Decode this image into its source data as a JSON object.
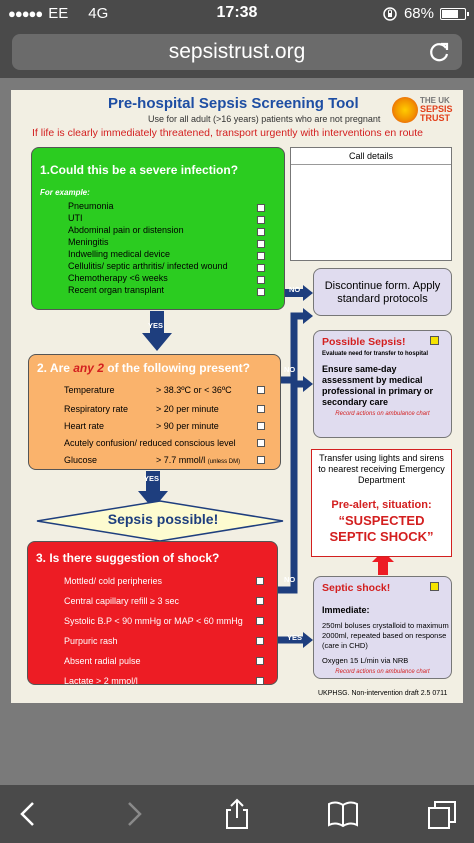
{
  "status_bar": {
    "signal_dots": "●●●●●",
    "carrier": "EE",
    "network": "4G",
    "time": "17:38",
    "battery": "68%"
  },
  "browser": {
    "url": "sepsistrust.org"
  },
  "document": {
    "title": "Pre-hospital Sepsis Screening Tool",
    "subtitle": "Use for all adult (>16 years) patients who are not pregnant",
    "warning": "If life is clearly immediately threatened, transport urgently with interventions en route",
    "logo_lines": [
      "THE UK",
      "SEPSIS",
      "TRUST"
    ],
    "call_details_label": "Call details",
    "q1": {
      "title": "1.Could this be a severe infection?",
      "example_label": "For example:",
      "items": [
        "Pneumonia",
        "UTI",
        "Abdominal pain or distension",
        "Meningitis",
        "Indwelling medical device",
        "Cellulitis/ septic arthritis/ infected wound",
        "Chemotherapy <6 weeks",
        "Recent organ transplant"
      ]
    },
    "q2": {
      "title_prefix": "2. Are ",
      "title_emph": "any 2",
      "title_suffix": " of the following present?",
      "rows": [
        {
          "label": "Temperature",
          "value": "> 38.3ºC or < 36ºC",
          "note": ""
        },
        {
          "label": "Respiratory rate",
          "value": "> 20 per minute",
          "note": ""
        },
        {
          "label": "Heart rate",
          "value": "> 90 per minute",
          "note": ""
        },
        {
          "label": "Acutely confusion/ reduced conscious level",
          "value": "",
          "note": ""
        },
        {
          "label": "Glucose",
          "value": "> 7.7 mmol/l",
          "note": "(unless DM)"
        }
      ]
    },
    "sepsis_possible": "Sepsis possible!",
    "q3": {
      "title": "3. Is there suggestion of shock?",
      "items": [
        "Mottled/ cold peripheries",
        "Central capillary refill ≥ 3 sec",
        "Systolic B.P < 90 mmHg or MAP < 60 mmHg",
        "Purpuric rash",
        "Absent radial pulse",
        "Lactate > 2 mmol/l"
      ]
    },
    "discontinue": "Discontinue form. Apply standard protocols",
    "possible_sepsis": {
      "header": "Possible Sepsis!",
      "evaluate": "Evaluate need for transfer to hospital",
      "assessment": "Ensure same-day assessment by medical professional in primary or secondary care",
      "record": "Record actions on ambulance chart"
    },
    "transfer": {
      "text": "Transfer using lights and sirens to nearest receiving Emergency Department",
      "prealert": "Pre-alert, situation:",
      "shock": "“SUSPECTED SEPTIC SHOCK”"
    },
    "septic_shock": {
      "header": "Septic shock!",
      "immediate": "Immediate:",
      "fluids": "250ml boluses crystalloid to maximum 2000ml, repeated based on response (care in CHD)",
      "oxygen": "Oxygen 15 L/min via NRB",
      "record": "Record actions on ambulance chart"
    },
    "flow_labels": {
      "yes": "YES",
      "no": "NO"
    },
    "footer": "UKPHSG. Non-intervention draft 2.5 0711"
  },
  "colors": {
    "green": "#2bcc20",
    "orange": "#fab36c",
    "red": "#ed1c24",
    "navy": "#1e3e7e",
    "lavender": "#e0dcef",
    "title_blue": "#1e4ea3"
  },
  "icons": {
    "reload": "reload-icon",
    "back": "chevron-left-icon",
    "forward": "chevron-right-icon",
    "share": "share-icon",
    "bookmarks": "book-icon",
    "tabs": "tabs-icon"
  }
}
